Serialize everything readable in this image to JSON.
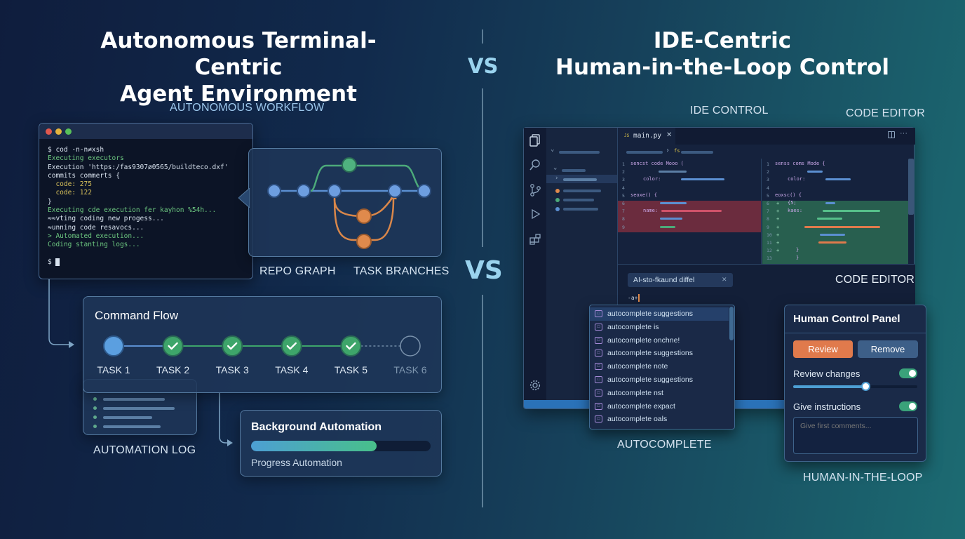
{
  "left": {
    "title_line1": "Autonomous Terminal-Centric",
    "title_line2": "Agent Environment",
    "workflow_label": "AUTONOMOUS WORKFLOW",
    "terminal_lines": [
      {
        "text": "$ cod -n-n≠xsh",
        "color": "white"
      },
      {
        "text": "Executing executors",
        "color": "green"
      },
      {
        "text": "Execution 'https:/fas9307ø0565/buildteco.dxf'",
        "color": "white"
      },
      {
        "text": "commits commerts {",
        "color": "white"
      },
      {
        "text": "  code: 275",
        "color": "yellow"
      },
      {
        "text": "  code: 122",
        "color": "yellow"
      },
      {
        "text": "}",
        "color": "white"
      },
      {
        "text": "Executing cde execution fer kayhon %54h...",
        "color": "green"
      },
      {
        "text": "≈≈vting coding new progess...",
        "color": "white"
      },
      {
        "text": "≈unning code resavocs...",
        "color": "white"
      },
      {
        "text": "> Automated execution...",
        "color": "green"
      },
      {
        "text": "Coding stanting logs...",
        "color": "green"
      },
      {
        "text": "",
        "color": "white"
      },
      {
        "text": "$ ",
        "color": "white"
      }
    ],
    "repo_graph_label": "REPO GRAPH",
    "task_branches_label": "TASK BRANCHES",
    "command_flow": {
      "title": "Command Flow",
      "tasks": [
        {
          "label": "TASK 1",
          "state": "current"
        },
        {
          "label": "TASK 2",
          "state": "done"
        },
        {
          "label": "TASK 3",
          "state": "done"
        },
        {
          "label": "TASK 4",
          "state": "done"
        },
        {
          "label": "TASK 5",
          "state": "done"
        },
        {
          "label": "TASK 6",
          "state": "pending"
        }
      ]
    },
    "automation_log_label": "AUTOMATION LOG",
    "background": {
      "title": "Background Automation",
      "progress_fraction": 0.7,
      "progress_label": "Progress Automation"
    }
  },
  "vs_top": "VS",
  "vs_middle": "VS",
  "right": {
    "title_line1": "IDE-Centric",
    "title_line2": "Human-in-the-Loop Control",
    "ide_control_label": "IDE CONTROL",
    "code_editor_label_top": "CODE EDITOR",
    "code_editor_label_inner": "CODE EDITOR",
    "ide": {
      "tab_badge": "JS",
      "tab_name": "main.py",
      "breadcrumb_badge": "fs",
      "left_code": [
        "sencst code Mooo (",
        "",
        "color:",
        "",
        "seoxe() {",
        "",
        "name:",
        "",
        ""
      ],
      "right_code": [
        "senss coms Mode {",
        "",
        "color:",
        "",
        "eoxsc() {",
        "{5;",
        "kaes:",
        "",
        "",
        "",
        "",
        "}",
        "}"
      ],
      "diff_chip": "AI-sto-fkaund diffel",
      "prompt": "-a+"
    },
    "autocomplete": {
      "items": [
        "autocomplete suggestions",
        "autocomplete is",
        "autocomplete onchne!",
        "autocomplete suggestions",
        "autocomplete note",
        "autocomplete suggestions",
        "autocomplete nst",
        "autocomplete expact",
        "autocomplete oals"
      ],
      "label": "AUTOCOMPLETE"
    },
    "control_panel": {
      "title": "Human Control Panel",
      "review_button": "Review",
      "remove_button": "Remove",
      "review_changes": "Review changes",
      "review_slider_fraction": 0.58,
      "give_instructions": "Give instructions",
      "placeholder": "Give first comments..."
    },
    "hitl_label": "HUMAN-IN-THE-LOOP"
  },
  "colors": {
    "accent_green": "#3ea56a",
    "accent_orange": "#e08a4c",
    "accent_blue": "#5b8fd1",
    "removed_bg": "#7a2e3e",
    "added_bg": "#2c6a52"
  }
}
